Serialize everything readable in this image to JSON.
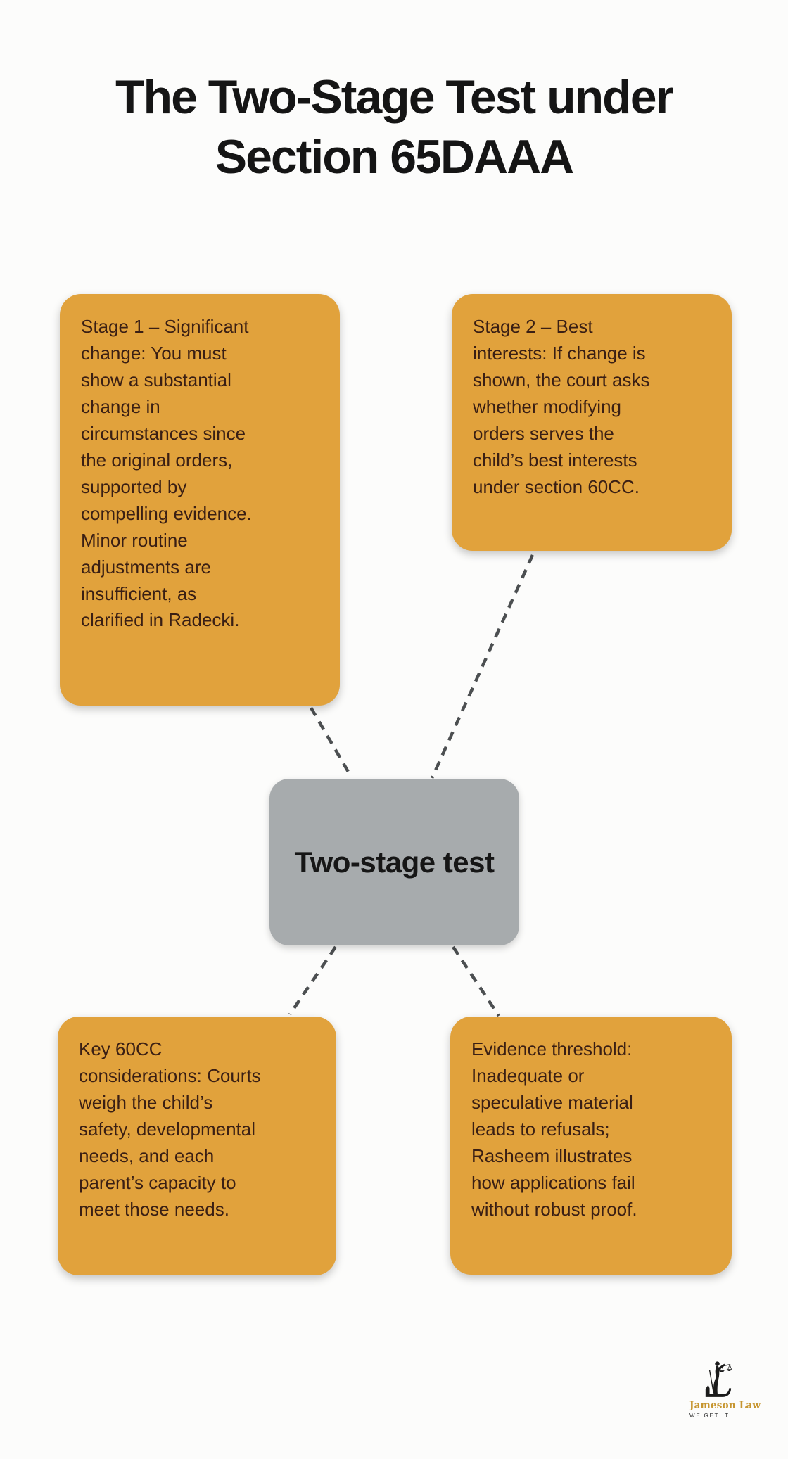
{
  "title": {
    "text": "The Two-Stage Test under\nSection 65DAAA"
  },
  "center_node": {
    "label": "Two-stage test"
  },
  "nodes": [
    {
      "id": "stage1",
      "text": "Stage 1 – Significant\nchange: You must\nshow a substantial\nchange in\ncircumstances since\nthe original orders,\nsupported by\ncompelling evidence.\nMinor routine\nadjustments are\ninsufficient, as\nclarified in Radecki."
    },
    {
      "id": "stage2",
      "text": "Stage 2 – Best\ninterests: If change is\nshown, the court asks\nwhether modifying\norders serves the\nchild’s best interests\nunder section 60CC."
    },
    {
      "id": "key-60cc",
      "text": "Key 60CC\nconsiderations: Courts\nweigh the child’s\nsafety, developmental\nneeds, and each\nparent’s capacity to\nmeet those needs."
    },
    {
      "id": "evidence-threshold",
      "text": "Evidence threshold:\nInadequate or\nspeculative material\nleads to refusals;\nRasheem illustrates\nhow applications fail\nwithout robust proof."
    }
  ],
  "logo": {
    "name": "Jameson Law",
    "tagline": "WE GET IT",
    "icon": "lady-justice-scales-icon"
  },
  "colors": {
    "box_fill": "#E1A23C",
    "box_text": "#3A1F14",
    "center_fill": "#A7ABAD",
    "center_text": "#161616",
    "dash_line": "#4C4F51",
    "title_text": "#151515",
    "logo_gold": "#C6952F",
    "background": "#FCFCFB"
  }
}
